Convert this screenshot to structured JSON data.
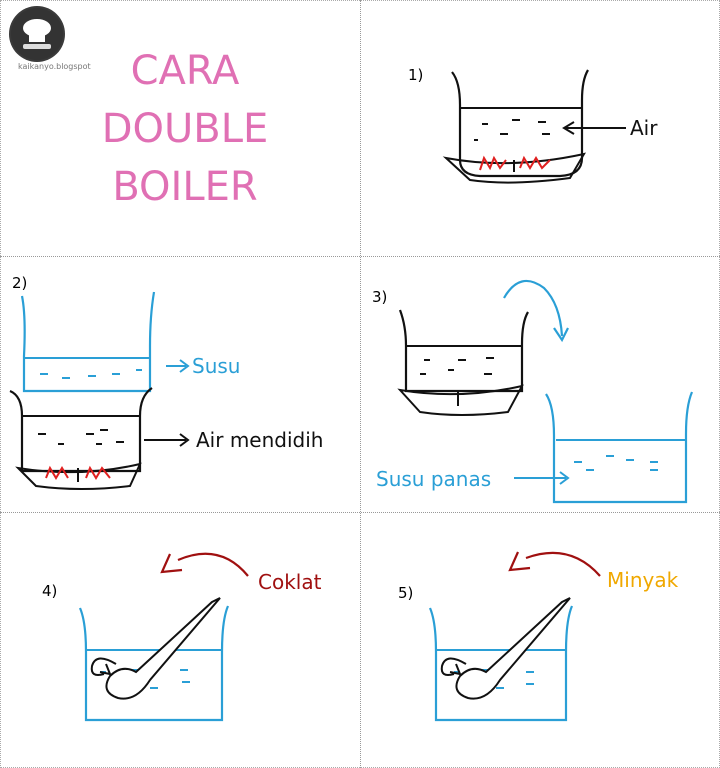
{
  "title": [
    "CARA",
    "DOUBLE",
    "BOILER"
  ],
  "logo_text": "kaikanyo.blogspot",
  "steps": {
    "s1": {
      "number": "1)",
      "label": "Air"
    },
    "s2": {
      "number": "2)",
      "label_top": "Susu",
      "label_bottom": "Air mendidih"
    },
    "s3": {
      "number": "3)",
      "label": "Susu panas"
    },
    "s4": {
      "number": "4)",
      "label": "Coklat"
    },
    "s5": {
      "number": "5)",
      "label": "Minyak"
    }
  },
  "colors": {
    "title": "#e070b4",
    "milk": "#2a9fd6",
    "flame": "#e02020",
    "arrow_red": "#a01010",
    "minyak": "#f0a800",
    "ink": "#111111"
  }
}
